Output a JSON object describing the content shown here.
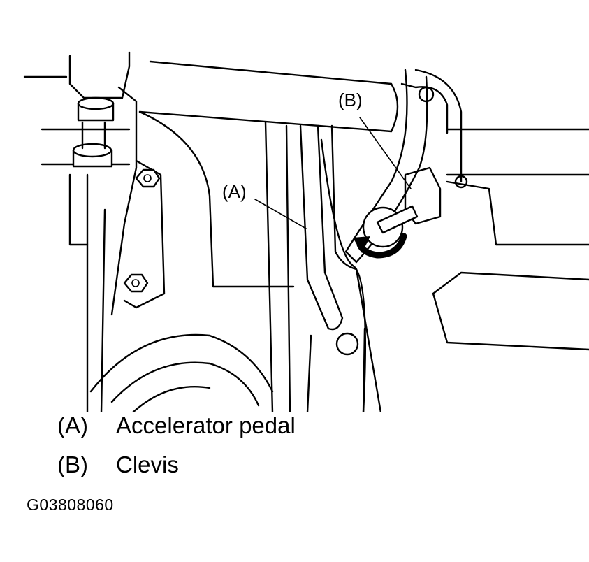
{
  "figure": {
    "callout_a": "(A)",
    "callout_b": "(B)",
    "legend": [
      {
        "key": "(A)",
        "label": "Accelerator pedal"
      },
      {
        "key": "(B)",
        "label": "Clevis"
      }
    ],
    "figure_code": "G03808060",
    "rotation_arrow_icon": "curved-arrow-counterclockwise"
  }
}
